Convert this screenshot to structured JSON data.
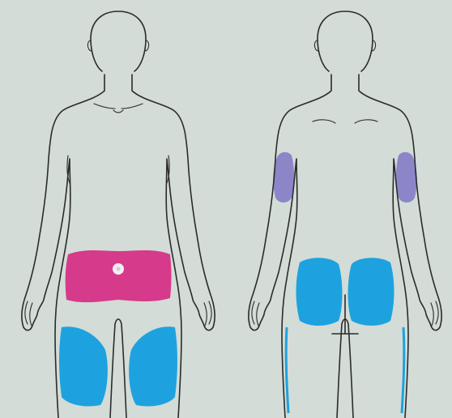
{
  "figures": [
    {
      "view": "front"
    },
    {
      "view": "back"
    }
  ],
  "colors": {
    "background": "#d3dcd7",
    "abdomen_zone": "#d63a8a",
    "navel": "#f4eef2",
    "thigh_zone": "#1ea2df",
    "upper_arm_zone": "#8c86c9",
    "buttock_zone": "#1ea2df",
    "outline": "#2b2b2b"
  },
  "zones": [
    {
      "figure": "front",
      "region": "abdomen",
      "color_key": "abdomen_zone"
    },
    {
      "figure": "front",
      "region": "left-thigh-front",
      "color_key": "thigh_zone"
    },
    {
      "figure": "front",
      "region": "right-thigh-front",
      "color_key": "thigh_zone"
    },
    {
      "figure": "back",
      "region": "left-upper-arm-back",
      "color_key": "upper_arm_zone"
    },
    {
      "figure": "back",
      "region": "right-upper-arm-back",
      "color_key": "upper_arm_zone"
    },
    {
      "figure": "back",
      "region": "left-buttock",
      "color_key": "buttock_zone"
    },
    {
      "figure": "back",
      "region": "right-buttock",
      "color_key": "buttock_zone"
    }
  ]
}
